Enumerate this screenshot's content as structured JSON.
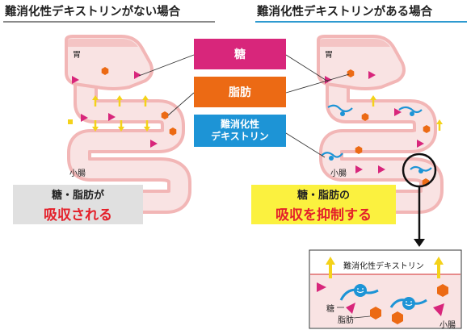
{
  "titles": {
    "without": "難消化性デキストリンがない場合",
    "with": "難消化性デキストリンがある場合"
  },
  "legend": {
    "sugar": "糖",
    "fat": "脂肪",
    "dextrin_line1": "難消化性",
    "dextrin_line2": "デキストリン"
  },
  "organs": {
    "stomach": "胃",
    "small_intestine": "小腸"
  },
  "captions": {
    "without_line1": "糖・脂肪が",
    "without_line2": "吸収される",
    "with_line1": "糖・脂肪の",
    "with_line2": "吸収を抑制する"
  },
  "inset": {
    "dextrin": "難消化性デキストリン",
    "sugar": "糖",
    "fat": "脂肪",
    "small_intestine": "小腸"
  },
  "colors": {
    "sugar": "#d8267b",
    "fat": "#ec6a14",
    "dextrin": "#1d94d6",
    "arrow_yellow": "#f4d21a",
    "gut_fill": "#f7d9d9",
    "gut_wall": "#f2b6b6"
  }
}
